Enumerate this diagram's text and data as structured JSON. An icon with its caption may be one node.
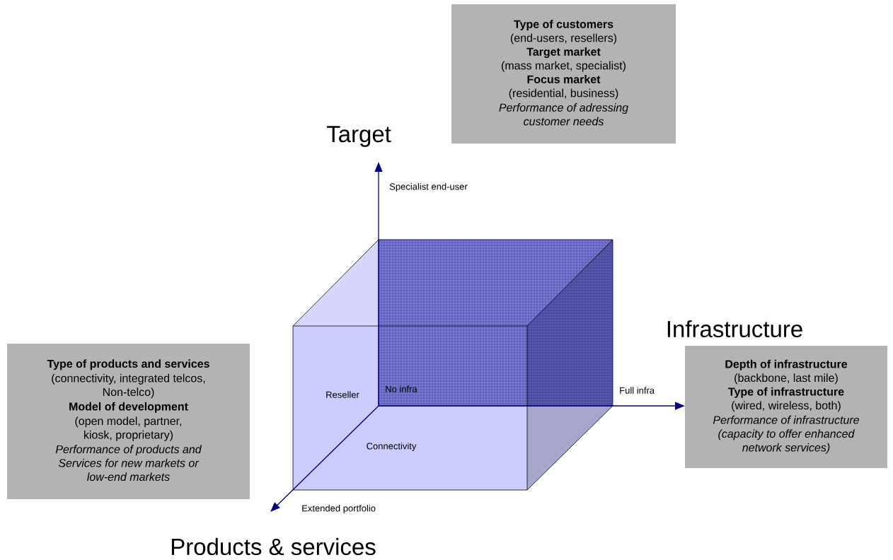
{
  "diagram": {
    "nodes": [
      {
        "text": [
          "Type of customers",
          "(end-users, resellers)",
          "Target market",
          "(mass market, specialist)",
          "Focus market",
          "(residential, business)",
          "Performance of adressing customer needs"
        ]
      },
      {
        "text": [
          "Type of products and services",
          "(connectivity, integrated telcos, Non-telco)",
          "Model of development",
          "(open model, partner, kiosk, proprietary)",
          "Performance of products and Services for new markets or low-end markets"
        ]
      },
      {
        "text": [
          "Depth of infrastructure",
          "(backbone, last mile)",
          "Type of infrastructure",
          "(wired, wireless, both)",
          "Performance of infrastructure (capacity to offer enhanced network services)"
        ]
      }
    ],
    "labels": [
      "Target",
      "Specialist end-user",
      "Infrastructure",
      "Reseller",
      "No infra",
      "Full infra",
      "Connectivity",
      "Extended portfolio",
      "Products & services"
    ]
  }
}
